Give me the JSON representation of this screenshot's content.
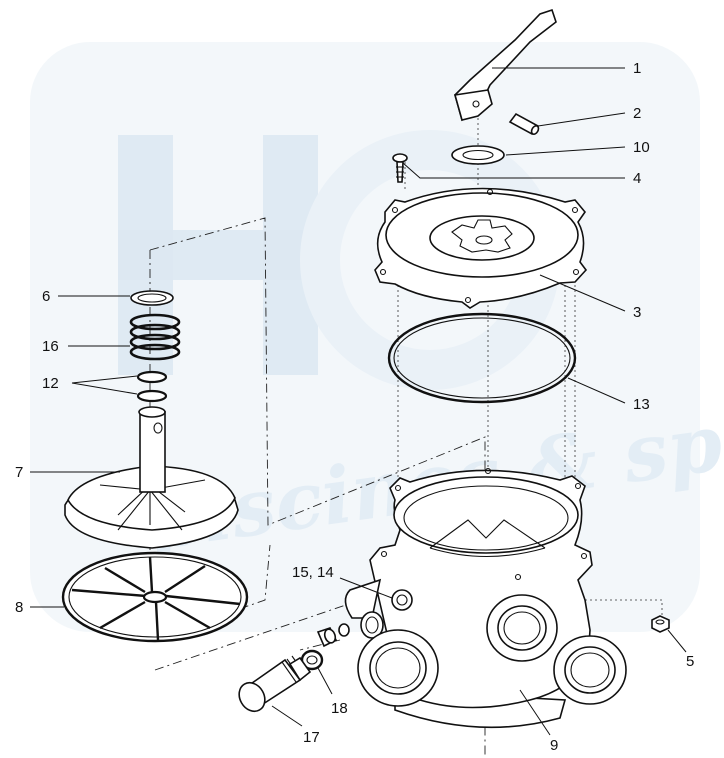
{
  "labels": {
    "p1": "1",
    "p2": "2",
    "p3": "3",
    "p4": "4",
    "p5": "5",
    "p6": "6",
    "p7": "7",
    "p8": "8",
    "p9": "9",
    "p10": "10",
    "p12": "12",
    "p13": "13",
    "p15_14": "15, 14",
    "p16": "16",
    "p17": "17",
    "p18": "18"
  },
  "watermark": {
    "text": "piscines & spas"
  },
  "colors": {
    "line": "#111111",
    "watermark": "#dde8f2"
  }
}
